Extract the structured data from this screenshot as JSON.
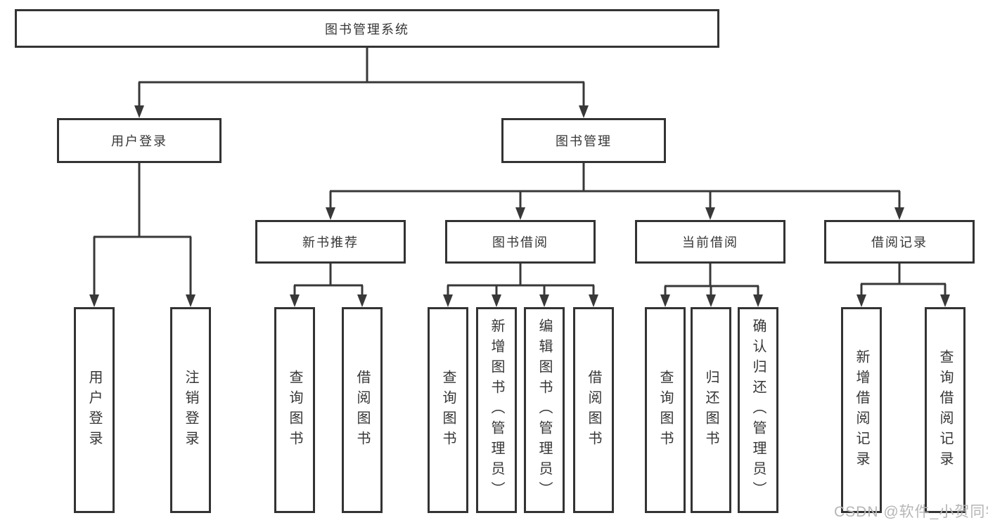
{
  "diagram": {
    "root": {
      "label": "图书管理系统"
    },
    "level2": [
      {
        "label": "用户登录"
      },
      {
        "label": "图书管理"
      }
    ],
    "level3": [
      {
        "label": "新书推荐"
      },
      {
        "label": "图书借阅"
      },
      {
        "label": "当前借阅"
      },
      {
        "label": "借阅记录"
      }
    ],
    "level4": {
      "user_login": [
        {
          "label": "用户登录"
        },
        {
          "label": "注销登录"
        }
      ],
      "new_book_recommend": [
        {
          "label": "查询图书"
        },
        {
          "label": "借阅图书"
        }
      ],
      "book_borrow": [
        {
          "label": "查询图书"
        },
        {
          "label": "新增图书（管理员）"
        },
        {
          "label": "编辑图书（管理员）"
        },
        {
          "label": "借阅图书"
        }
      ],
      "current_borrow": [
        {
          "label": "查询图书"
        },
        {
          "label": "归还图书"
        },
        {
          "label": "确认归还（管理员）"
        }
      ],
      "borrow_record": [
        {
          "label": "新增借阅记录"
        },
        {
          "label": "查询借阅记录"
        }
      ]
    },
    "watermark": "CSDN @软件_小贺同学",
    "colors": {
      "line": "#383838",
      "box_border": "#333333",
      "text": "#363636",
      "background": "#ffffff",
      "watermark": "#b6b6b6"
    }
  }
}
